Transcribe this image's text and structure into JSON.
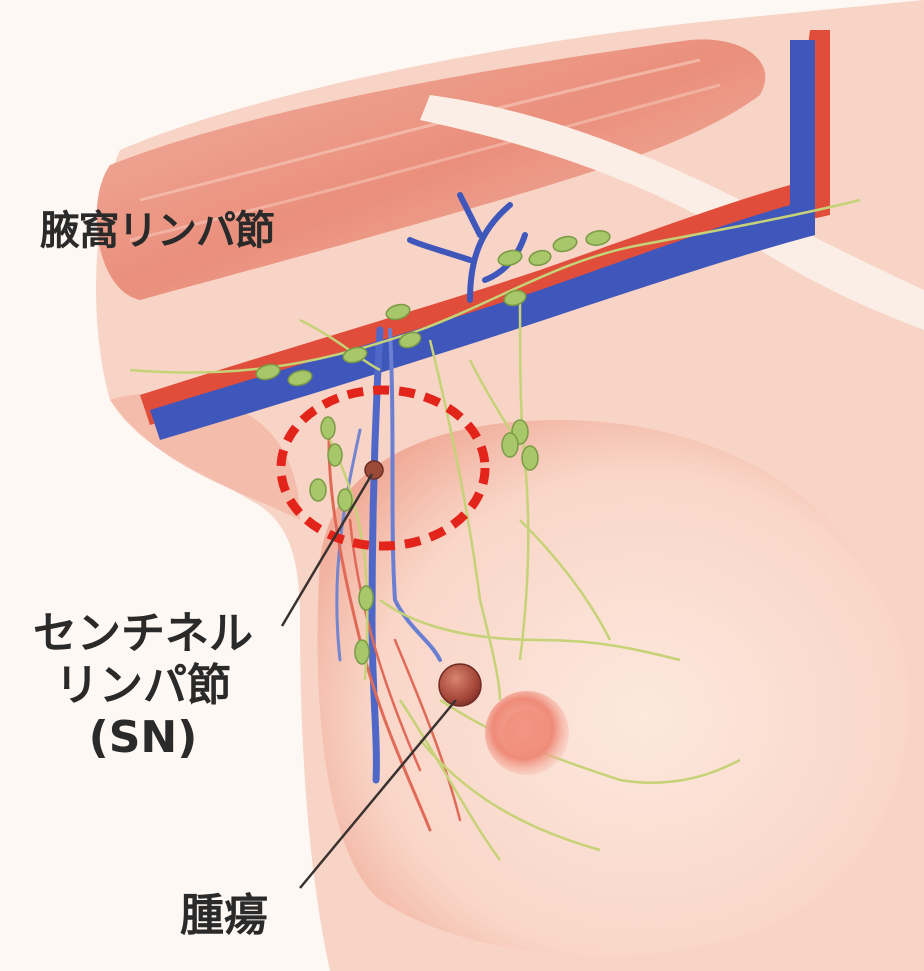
{
  "labels": {
    "axillary_nodes": "腋窩リンパ節",
    "sentinel_line1": "センチネル",
    "sentinel_line2": "リンパ節",
    "sentinel_line3": "(SN)",
    "tumor": "腫瘍"
  },
  "colors": {
    "skin": "#f7cbbd",
    "skin_shadow": "#ef9f8c",
    "muscle": "#e98c7c",
    "vein": "#3f56b8",
    "artery": "#d8402f",
    "lymph_vessel": "#c8d47a",
    "lymph_node": "#a9c86a",
    "sentinel_node": "#9b4a3a",
    "tumor": "#b34a3c",
    "highlight_ring": "#e3241b"
  }
}
